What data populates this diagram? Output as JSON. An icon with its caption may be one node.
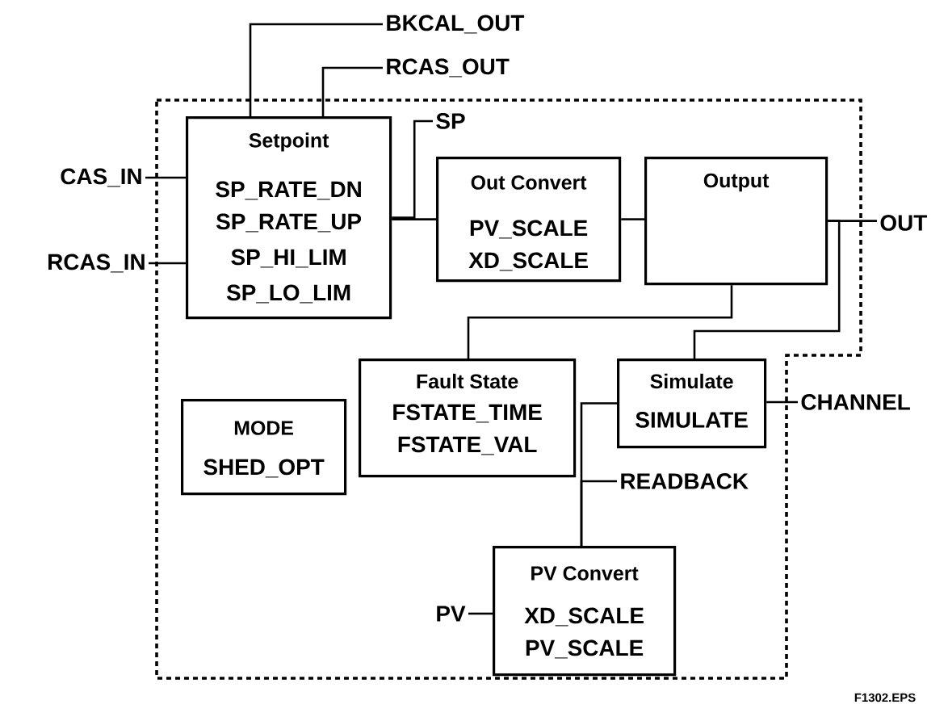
{
  "diagram": {
    "nodes": [
      {
        "text": [],
        "shape": "box"
      },
      {
        "text": [
          "Setpoint",
          "SP_RATE_DN",
          "SP_RATE_UP",
          "SP_HI_LIM",
          "SP_LO_LIM"
        ],
        "in": 0
      },
      {
        "text": [
          "Out Convert",
          "PV_SCALE",
          "XD_SCALE"
        ],
        "in": 0
      },
      {
        "text": [
          "Output"
        ],
        "in": 0
      },
      {
        "text": [
          "MODE",
          "SHED_OPT"
        ],
        "in": 0
      },
      {
        "text": [
          "Fault State",
          "FSTATE_TIME",
          "FSTATE_VAL"
        ],
        "in": 0
      },
      {
        "text": [
          "Simulate",
          "SIMULATE"
        ],
        "in": 0
      },
      {
        "text": [
          "PV Convert",
          "XD_SCALE",
          "PV_SCALE"
        ],
        "in": 0
      },
      {
        "text": [
          "BKCAL_OUT"
        ]
      },
      {
        "text": [
          "RCAS_OUT"
        ]
      },
      {
        "text": [
          "SP"
        ],
        "in": 0
      },
      {
        "text": [
          "CAS_IN"
        ]
      },
      {
        "text": [
          "RCAS_IN"
        ]
      },
      {
        "text": [
          "OUT"
        ]
      },
      {
        "text": [
          "CHANNEL"
        ]
      },
      {
        "text": [
          "READBACK"
        ],
        "in": 0
      },
      {
        "text": [
          "PV"
        ],
        "in": 0
      }
    ],
    "edges": [
      {
        "from": 1,
        "to": 8,
        "arrow": "none"
      },
      {
        "from": 1,
        "to": 9,
        "arrow": "none"
      },
      {
        "from": 11,
        "to": 1,
        "arrow": "none"
      },
      {
        "from": 12,
        "to": 1,
        "arrow": "none"
      },
      {
        "from": 1,
        "to": 2,
        "arrow": "none"
      },
      {
        "from": 1,
        "to": 10,
        "arrow": "none"
      },
      {
        "from": 2,
        "to": 3,
        "arrow": "none"
      },
      {
        "from": 3,
        "to": 13,
        "arrow": "none"
      },
      {
        "from": 3,
        "to": 6,
        "arrow": "none"
      },
      {
        "from": 3,
        "to": 5,
        "arrow": "none"
      },
      {
        "from": 6,
        "to": 14,
        "arrow": "none"
      },
      {
        "from": 7,
        "to": 6,
        "arrow": "none"
      },
      {
        "from": 7,
        "to": 15,
        "arrow": "none"
      },
      {
        "from": 16,
        "to": 7,
        "arrow": "none"
      }
    ],
    "labels": [
      "F1302.EPS"
    ]
  }
}
